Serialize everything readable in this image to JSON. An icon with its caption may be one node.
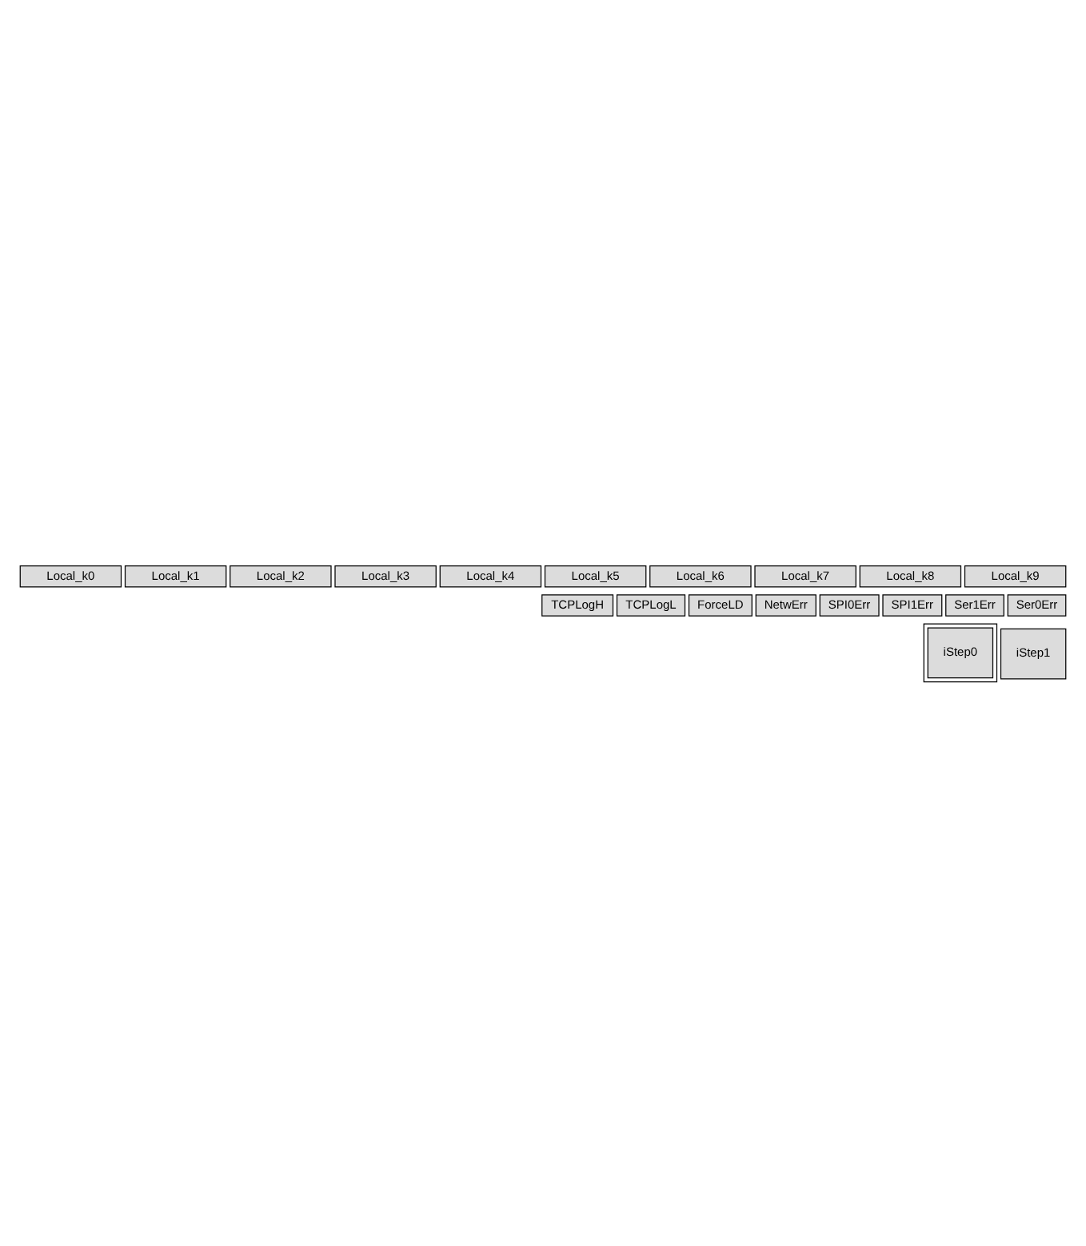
{
  "diagram": {
    "nodes": [
      {
        "text": [
          "Ser1Err"
        ]
      },
      {
        "text": [
          "Ser0Err"
        ]
      },
      {
        "text": [
          "NetwErr"
        ]
      },
      {
        "text": [
          "SPI0Err"
        ]
      },
      {
        "text": [
          "SPI1Err"
        ]
      },
      {
        "text": [
          "ForceLD"
        ]
      },
      {
        "text": [
          "TCPLogL"
        ]
      },
      {
        "text": [
          "TCPLogH"
        ]
      },
      {
        "text": [
          "Local_k0"
        ]
      },
      {
        "text": [
          "Local_k1"
        ]
      },
      {
        "text": [
          "Local_k2"
        ]
      },
      {
        "text": [
          "Local_k3"
        ]
      },
      {
        "text": [
          "Local_k4"
        ]
      },
      {
        "text": [
          "Local_k5"
        ]
      },
      {
        "text": [
          "Local_k6"
        ]
      },
      {
        "text": [
          "Local_k7"
        ]
      },
      {
        "text": [
          "Local_k8"
        ]
      },
      {
        "text": [
          "Local_k9"
        ]
      },
      {
        "text": [
          "iStep0"
        ]
      },
      {
        "text": [
          "iStep1"
        ]
      }
    ],
    "edges": []
  }
}
